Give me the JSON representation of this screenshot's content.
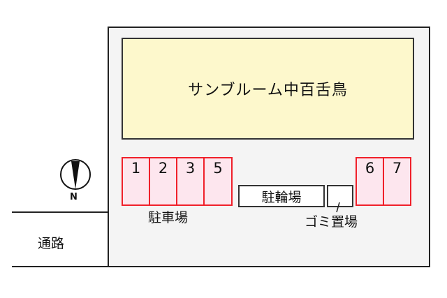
{
  "site_plan": {
    "building": {
      "name": "サンブルーム中百舌鳥",
      "color": "#fdf8cc"
    },
    "parking": {
      "label": "駐車場",
      "space_color": "#fde6ee",
      "border_color": "#f0202a",
      "left_group": [
        "1",
        "2",
        "3",
        "5"
      ],
      "right_group": [
        "6",
        "7"
      ]
    },
    "bicycle_parking": {
      "label": "駐輪場"
    },
    "garbage": {
      "label": "ゴミ置場"
    },
    "road": {
      "label": "通路"
    },
    "compass": {
      "label": "N"
    },
    "lot_color": "#f4f4f4"
  }
}
